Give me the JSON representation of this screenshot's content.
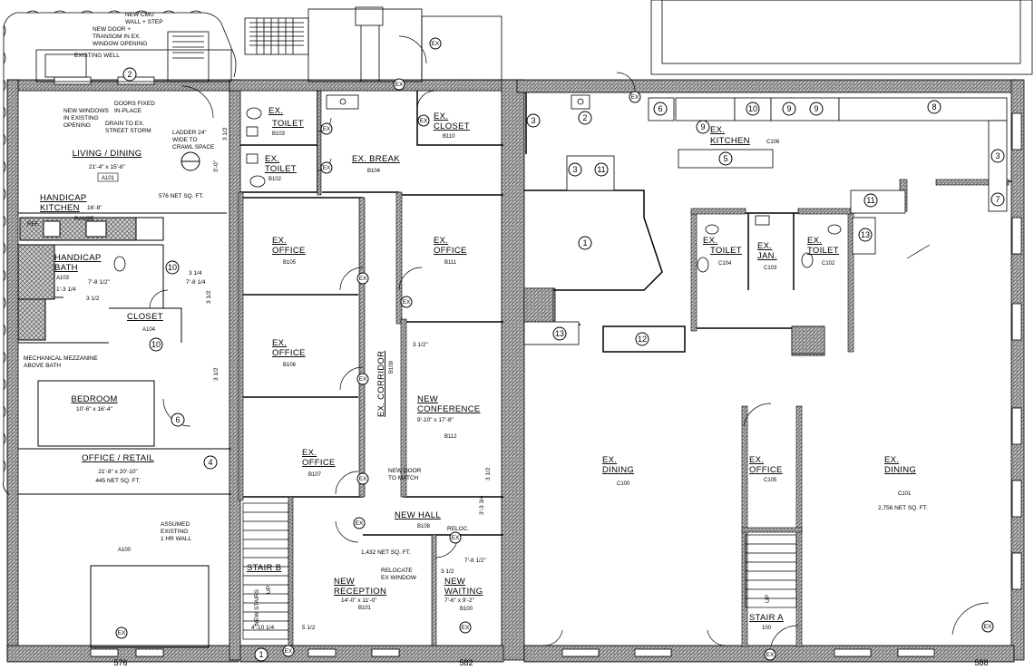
{
  "rooms": {
    "living_dining": {
      "name": "LIVING / DINING",
      "dims": "21'-4\" x 15'-6\"",
      "tag": "A101"
    },
    "handicap_kitchen": {
      "line1": "HANDICAP",
      "line2": "KITCHEN",
      "dim": "16'-8\"",
      "range": "RANGE",
      "ref": "REF."
    },
    "net_area_576": "576 NET SQ. FT.",
    "handicap_bath": {
      "line1": "HANDICAP",
      "line2": "BATH",
      "tag": "A103"
    },
    "closet_a": {
      "name": "CLOSET",
      "tag": "A104"
    },
    "bedroom": {
      "name": "BEDROOM",
      "dims": "10'-6\" x 16'-4\""
    },
    "office_retail": {
      "name": "OFFICE / RETAIL",
      "dims": "21'-8\" x 20'-10\"",
      "area": "445 NET SQ. FT."
    },
    "a100": "A100",
    "ex_toilet_b103": {
      "line1": "EX.",
      "line2": "TOILET",
      "tag": "B103"
    },
    "ex_toilet_b102": {
      "line1": "EX.",
      "line2": "TOILET",
      "tag": "B102"
    },
    "ex_break": {
      "name": "EX. BREAK",
      "tag": "B104"
    },
    "ex_closet": {
      "line1": "EX.",
      "line2": "CLOSET",
      "tag": "B110"
    },
    "ex_office_b105": {
      "line1": "EX.",
      "line2": "OFFICE",
      "tag": "B105"
    },
    "ex_office_b111": {
      "line1": "EX.",
      "line2": "OFFICE",
      "tag": "B111"
    },
    "ex_office_b106": {
      "line1": "EX.",
      "line2": "OFFICE",
      "tag": "B106"
    },
    "ex_corridor": {
      "name": "EX. CORRIDOR",
      "tag": "B109"
    },
    "new_conference": {
      "line1": "NEW",
      "line2": "CONFERENCE",
      "dims": "9'-10\" x 17'-8\"",
      "tag": "B112"
    },
    "ex_office_b107": {
      "line1": "EX.",
      "line2": "OFFICE",
      "tag": "B107"
    },
    "new_hall": {
      "name": "NEW HALL",
      "tag": "B108"
    },
    "net_area_1432": "1,432 NET SQ. FT.",
    "stair_b": "STAIR B",
    "new_reception": {
      "line1": "NEW",
      "line2": "RECEPTION",
      "dims": "14'-0\" x 11'-0\"",
      "tag": "B101"
    },
    "new_waiting": {
      "line1": "NEW",
      "line2": "WAITING",
      "dims": "7'-6\" x 9'-2\"",
      "tag": "B100"
    },
    "ex_kitchen": {
      "line1": "EX.",
      "line2": "KITCHEN",
      "tag": "C106"
    },
    "ex_toilet_c104": {
      "line1": "EX.",
      "line2": "TOILET",
      "tag": "C104"
    },
    "ex_jan": {
      "line1": "EX.",
      "line2": "JAN.",
      "tag": "C103"
    },
    "ex_toilet_c102": {
      "line1": "EX.",
      "line2": "TOILET",
      "tag": "C102"
    },
    "ex_dining_c100": {
      "line1": "EX.",
      "line2": "DINING",
      "tag": "C100"
    },
    "ex_office_c105": {
      "line1": "EX.",
      "line2": "OFFICE",
      "tag": "C105"
    },
    "ex_dining_c101": {
      "line1": "EX.",
      "line2": "DINING",
      "tag": "C101"
    },
    "net_area_2756": "2,756 NET SQ. FT.",
    "stair_a": {
      "name": "STAIR A",
      "tag": "100"
    }
  },
  "addresses": [
    "576",
    "582",
    "588"
  ],
  "notes": {
    "new_cmu": [
      "NEW CMU",
      "WALL + STEP"
    ],
    "new_door": [
      "NEW DOOR +",
      "TRANSOM IN EX.",
      "WINDOW OPENING"
    ],
    "existing_well": "EXISTING WELL",
    "new_windows": [
      "NEW WINDOWS",
      "IN EXISTING",
      "OPENING"
    ],
    "doors_fixed": [
      "DOORS FIXED",
      "IN-PLACE"
    ],
    "drain": [
      "DRAIN TO EX.",
      "STREET STORM"
    ],
    "ladder": [
      "LADDER 24\"",
      "WIDE TO",
      "CRAWL SPACE"
    ],
    "mezzanine": [
      "MECHANICAL MEZZANINE",
      "ABOVE BATH"
    ],
    "new_door_match": [
      "NEW DOOR",
      "TO MATCH"
    ],
    "assumed_wall": [
      "ASSUMED",
      "EXISTING",
      "1 HR WALL"
    ],
    "relocate_window": [
      "RELOCATE",
      "EX WINDOW"
    ],
    "reloc": "RELOC.",
    "new_stairs": "NEW STAIRS",
    "up": "UP",
    "ex": "EX"
  },
  "dimensions": {
    "d_3_1_4": "3 1/2\"",
    "d_3_1_2": "3 1/2",
    "d_7_8_1_2": "7'-8 1/2\"",
    "d_7_8_1_4": "7'-8 1/4",
    "d_1_3_1_4": "1'-3 1/4",
    "d_3_1_4b": "3 1/4",
    "d_4_10": "4'-10 1/4",
    "d_5_1_2": "5 1/2",
    "d_3_3_4": "3'-3 3/4",
    "d_3_0": "3'-0\""
  },
  "equipment_keys": [
    "1",
    "2",
    "3",
    "4",
    "5",
    "6",
    "7",
    "8",
    "9",
    "10",
    "11",
    "12",
    "13"
  ]
}
